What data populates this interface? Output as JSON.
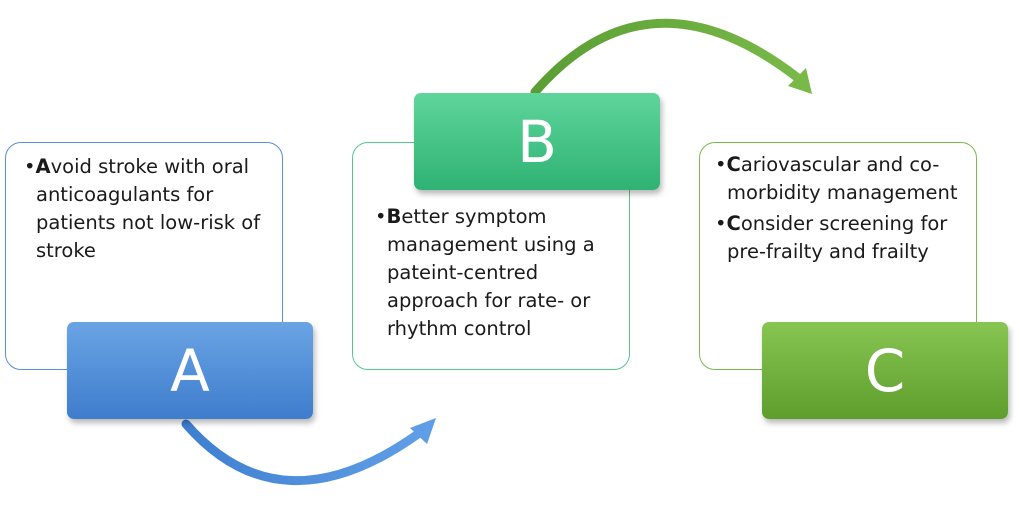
{
  "steps": [
    {
      "letter": "A",
      "color": "#4a89d6",
      "items": [
        {
          "initial": "A",
          "rest": "void stroke with oral anticoagulants for patients not low-risk of stroke"
        }
      ]
    },
    {
      "letter": "B",
      "color": "#3cc283",
      "items": [
        {
          "initial": "B",
          "rest": "etter symptom management using a pateint-centred approach for rate- or rhythm control"
        }
      ]
    },
    {
      "letter": "C",
      "color": "#6ba93a",
      "items": [
        {
          "initial": "C",
          "rest": "ariovascular and co-morbidity management"
        },
        {
          "initial": "C",
          "rest": "onsider screening for pre-frailty and frailty"
        }
      ]
    }
  ],
  "bullet": "•"
}
